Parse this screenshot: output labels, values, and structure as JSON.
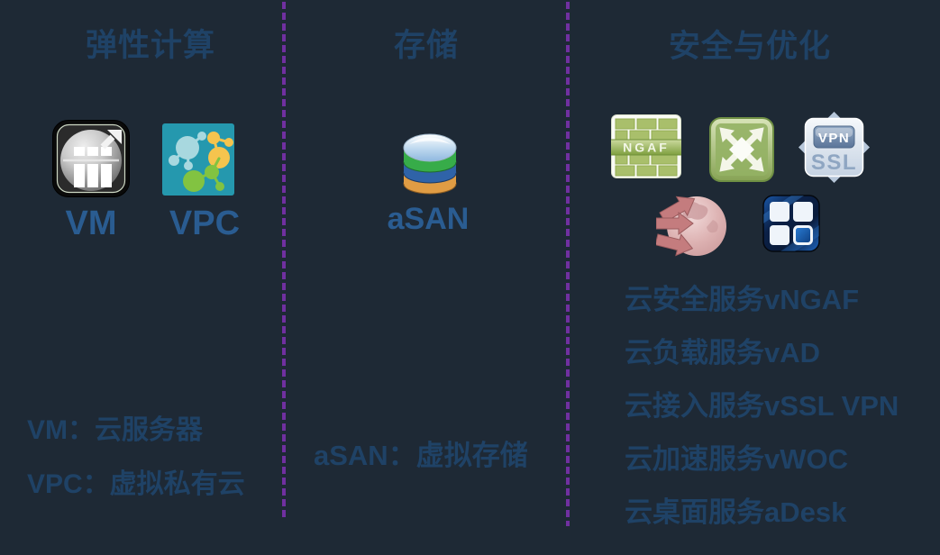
{
  "colors": {
    "bg": "#1E2935",
    "divider": "#7030A0",
    "title-text": "#1F4266",
    "label-text": "#2A5C91",
    "body-text": "#1F4266"
  },
  "icon_colors": {
    "vpc_teal": "#2598AE",
    "ngaf_green": "#A9BF6B",
    "vad_green": "#94B164",
    "vpn_blue_gray": "#6B84A6",
    "woc_rose": "#DDB2B2",
    "adesk_blue": "#1E66C0",
    "asan_green": "#37AC49",
    "asan_blue": "#2F63A8",
    "asan_orange": "#E09C44"
  },
  "columns": {
    "compute": {
      "title": "弹性计算",
      "items": [
        {
          "name": "VM"
        },
        {
          "name": "VPC"
        }
      ],
      "notes": [
        "VM：云服务器",
        "VPC：虚拟私有云"
      ]
    },
    "storage": {
      "title": "存储",
      "items": [
        {
          "name": "aSAN"
        }
      ],
      "notes": [
        "aSAN：虚拟存储"
      ]
    },
    "security": {
      "title": "安全与优化",
      "services": [
        "云安全服务vNGAF",
        "云负载服务vAD",
        "云接入服务vSSL VPN",
        "云加速服务vWOC",
        "云桌面服务aDesk"
      ]
    }
  },
  "icon_labels": {
    "ngaf": "NGAF",
    "vpn": "VPN",
    "ssl": "SSL"
  }
}
